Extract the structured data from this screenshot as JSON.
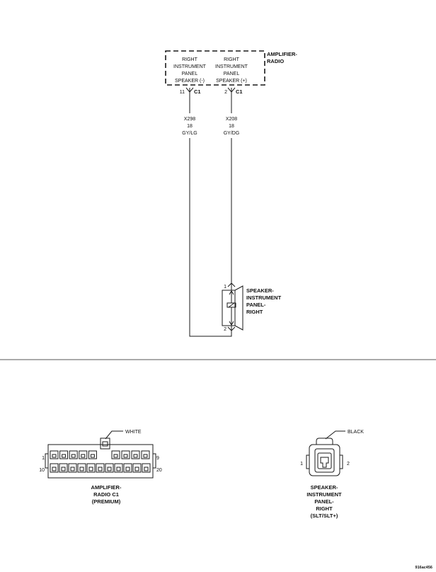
{
  "amplifier_radio": {
    "label": [
      "AMPLIFIER-",
      "RADIO"
    ],
    "connector": "C1",
    "terminals": [
      {
        "description": [
          "RIGHT",
          "INSTRUMENT",
          "PANEL",
          "SPEAKER (-)"
        ],
        "pin": "11",
        "circuit": "X298",
        "gauge": "18",
        "wire_color": "GY/LG"
      },
      {
        "description": [
          "RIGHT",
          "INSTRUMENT",
          "PANEL",
          "SPEAKER (+)"
        ],
        "pin": "2",
        "circuit": "X208",
        "gauge": "18",
        "wire_color": "GY/DG"
      }
    ]
  },
  "speaker": {
    "label": [
      "SPEAKER-",
      "INSTRUMENT",
      "PANEL-",
      "RIGHT"
    ],
    "pins": [
      "1",
      "2"
    ]
  },
  "connector_views": {
    "amplifier_radio_c1": {
      "housing_color": "WHITE",
      "pin_labels": [
        "1",
        "9",
        "10",
        "20"
      ],
      "title": [
        "AMPLIFIER-",
        "RADIO C1",
        "(PREMIUM)"
      ]
    },
    "speaker": {
      "housing_color": "BLACK",
      "pin_labels": [
        "1",
        "2"
      ],
      "title": [
        "SPEAKER-",
        "INSTRUMENT",
        "PANEL-",
        "RIGHT",
        "(SLT/SLT+)"
      ]
    }
  },
  "figure_id": "916ac456"
}
